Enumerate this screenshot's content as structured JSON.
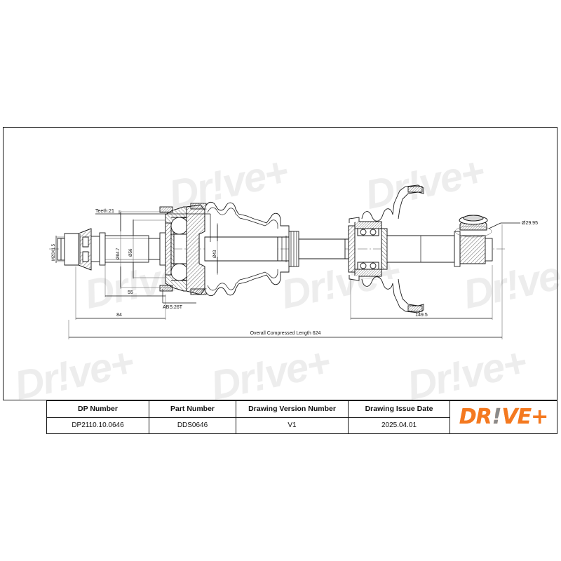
{
  "document": {
    "type": "technical-drawing",
    "subject": "Drive shaft / CV joint axle assembly"
  },
  "drawing": {
    "dimensions": {
      "thread": "M20X1.5",
      "teeth": "Teeth:21",
      "abs_ring": "ABS:26T",
      "dia_shaft_a": "ø84.7",
      "dia_shaft_b": "ø56",
      "dia_mid": "ø43",
      "dia_right": "ø29.95",
      "len_55": "55",
      "len_84": "84",
      "len_149_5": "149.5",
      "overall": "Overall  Compressed  Length 624"
    },
    "watermark_text": "Dr!ve+"
  },
  "titleblock": {
    "columns": [
      {
        "header": "DP Number",
        "value": "DP2110.10.0646"
      },
      {
        "header": "Part Number",
        "value": "DDS0646"
      },
      {
        "header": "Drawing Version Number",
        "value": "V1"
      },
      {
        "header": "Drawing Issue Date",
        "value": "2025.04.01"
      }
    ],
    "logo": {
      "part1": "DR",
      "bang": "!",
      "part2": "VE+"
    }
  },
  "colors": {
    "brand_orange": "#F47920",
    "logo_gray": "#8a8a8a",
    "line": "#1a1a1a",
    "watermark": "#ededed"
  }
}
